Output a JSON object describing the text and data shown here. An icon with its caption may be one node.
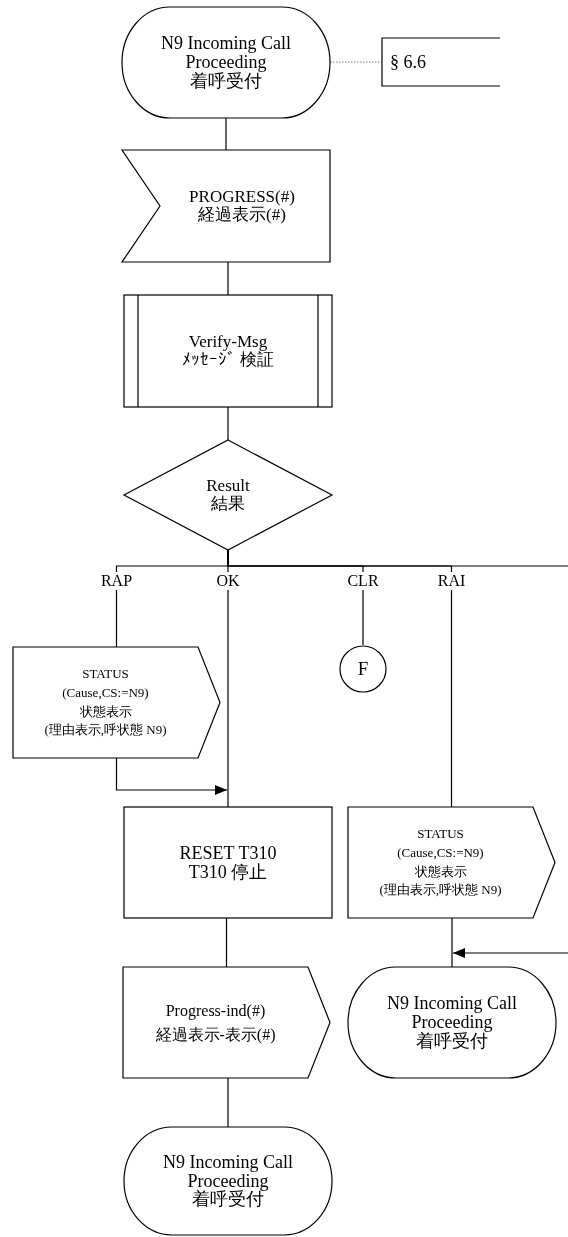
{
  "diagram": {
    "nodes": [
      {
        "text": [
          "N9 Incoming Call Proceeding",
          "着呼受付"
        ]
      },
      {
        "text": [
          "§ 6.6"
        ]
      },
      {
        "text": [
          "PROGRESS(#)",
          "経過表示(#)"
        ]
      },
      {
        "text": [
          "Verify-Msg",
          "ﾒｯｾｰｼﾞ 検証"
        ]
      },
      {
        "text": [
          "Result",
          "結果"
        ]
      },
      {
        "text": [
          "STATUS",
          "(Cause,CS:=N9)",
          "状態表示",
          "(理由表示,呼状態 N9)"
        ]
      },
      {
        "text": [
          "F"
        ]
      },
      {
        "text": [
          "RESET T310",
          "T310 停止"
        ]
      },
      {
        "text": [
          "STATUS",
          "(Cause,CS:=N9)",
          "状態表示",
          "(理由表示,呼状態 N9)"
        ]
      },
      {
        "text": [
          "Progress-ind(#)",
          "経過表示-表示(#)"
        ]
      },
      {
        "text": [
          "N9 Incoming Call Proceeding",
          "着呼受付"
        ]
      },
      {
        "text": [
          "N9 Incoming Call Proceeding",
          "着呼受付"
        ]
      }
    ],
    "edges": [
      {
        "from": 0,
        "to": 1,
        "arrow": "none",
        "style": "dashed",
        "color": "#808080"
      },
      {
        "from": 0,
        "to": 2,
        "arrow": "none"
      },
      {
        "from": 2,
        "to": 3,
        "arrow": "none"
      },
      {
        "from": 3,
        "to": 4,
        "arrow": "none"
      },
      {
        "from": 4,
        "to": 5,
        "arrow": "none",
        "label": "RAP"
      },
      {
        "from": 4,
        "to": 7,
        "arrow": "none",
        "label": "OK"
      },
      {
        "from": 4,
        "to": 6,
        "arrow": "none",
        "label": "CLR"
      },
      {
        "from": 4,
        "to": 8,
        "arrow": "none",
        "label": "RAI"
      },
      {
        "from": 4,
        "to": null,
        "arrow": "none"
      },
      {
        "from": 5,
        "to": 7,
        "arrow": "to"
      },
      {
        "from": 7,
        "to": 9,
        "arrow": "none"
      },
      {
        "from": 9,
        "to": 11,
        "arrow": "none"
      },
      {
        "from": 8,
        "to": 10,
        "arrow": "none"
      },
      {
        "from": null,
        "to": 10,
        "arrow": "to"
      }
    ]
  }
}
